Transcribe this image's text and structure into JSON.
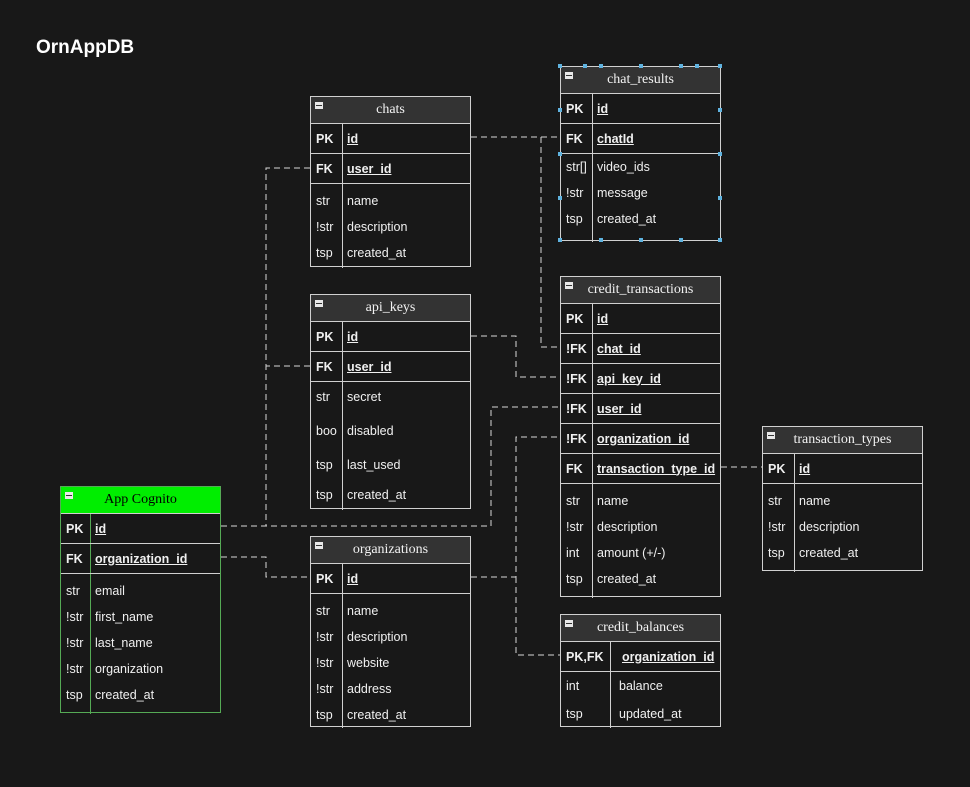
{
  "title": "OrnAppDB",
  "colors": {
    "background": "#181818",
    "header": "#333333",
    "highlight_header": "#00ee00",
    "line": "#d0d0d0"
  },
  "tables": {
    "chats": {
      "name": "chats",
      "keys": [
        {
          "type": "PK",
          "name": "id"
        },
        {
          "type": "FK",
          "name": "user_id"
        }
      ],
      "fields": [
        {
          "type": "str",
          "name": "name"
        },
        {
          "type": "!str",
          "name": "description"
        },
        {
          "type": "tsp",
          "name": "created_at"
        }
      ]
    },
    "chat_results": {
      "name": "chat_results",
      "keys": [
        {
          "type": "PK",
          "name": "id"
        },
        {
          "type": "FK",
          "name": "chatId"
        }
      ],
      "fields": [
        {
          "type": "str[]",
          "name": "video_ids"
        },
        {
          "type": "!str",
          "name": "message"
        },
        {
          "type": "tsp",
          "name": "created_at"
        }
      ]
    },
    "api_keys": {
      "name": "api_keys",
      "keys": [
        {
          "type": "PK",
          "name": "id"
        },
        {
          "type": "FK",
          "name": "user_id"
        }
      ],
      "fields": [
        {
          "type": "str",
          "name": "secret"
        },
        {
          "type": "boo",
          "name": "disabled"
        },
        {
          "type": "tsp",
          "name": "last_used"
        },
        {
          "type": "tsp",
          "name": "created_at"
        }
      ]
    },
    "credit_transactions": {
      "name": "credit_transactions",
      "keys": [
        {
          "type": "PK",
          "name": "id"
        },
        {
          "type": "!FK",
          "name": "chat_id"
        },
        {
          "type": "!FK",
          "name": "api_key_id"
        },
        {
          "type": "!FK",
          "name": "user_id"
        },
        {
          "type": "!FK",
          "name": "organization_id"
        },
        {
          "type": "FK",
          "name": "transaction_type_id"
        }
      ],
      "fields": [
        {
          "type": "str",
          "name": "name"
        },
        {
          "type": "!str",
          "name": "description"
        },
        {
          "type": "int",
          "name": "amount (+/-)"
        },
        {
          "type": "tsp",
          "name": "created_at"
        }
      ]
    },
    "transaction_types": {
      "name": "transaction_types",
      "keys": [
        {
          "type": "PK",
          "name": "id"
        }
      ],
      "fields": [
        {
          "type": "str",
          "name": "name"
        },
        {
          "type": "!str",
          "name": "description"
        },
        {
          "type": "tsp",
          "name": "created_at"
        }
      ]
    },
    "app_cognito": {
      "name": "App Cognito",
      "keys": [
        {
          "type": "PK",
          "name": "id"
        },
        {
          "type": "FK",
          "name": "organization_id"
        }
      ],
      "fields": [
        {
          "type": "str",
          "name": "email"
        },
        {
          "type": "!str",
          "name": "first_name"
        },
        {
          "type": "!str",
          "name": "last_name"
        },
        {
          "type": "!str",
          "name": "organization"
        },
        {
          "type": "tsp",
          "name": "created_at"
        }
      ]
    },
    "organizations": {
      "name": "organizations",
      "keys": [
        {
          "type": "PK",
          "name": "id"
        }
      ],
      "fields": [
        {
          "type": "str",
          "name": "name"
        },
        {
          "type": "!str",
          "name": "description"
        },
        {
          "type": "!str",
          "name": "website"
        },
        {
          "type": "!str",
          "name": "address"
        },
        {
          "type": "tsp",
          "name": "created_at"
        }
      ]
    },
    "credit_balances": {
      "name": "credit_balances",
      "keys": [
        {
          "type": "PK,FK",
          "name": "organization_id"
        }
      ],
      "fields": [
        {
          "type": "int",
          "name": "balance"
        },
        {
          "type": "tsp",
          "name": "updated_at"
        }
      ]
    }
  }
}
